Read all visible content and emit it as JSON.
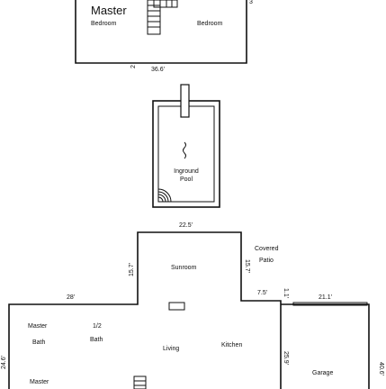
{
  "upper_floor": {
    "master_title": "Master",
    "master_sub": "Bedroom",
    "bedroom": "Bedroom",
    "width_dim": "36.6'",
    "left_dim_fragment": "2",
    "right_dim_fragment": "3"
  },
  "pool": {
    "label_line1": "Inground",
    "label_line2": "Pool"
  },
  "main_floor": {
    "sunroom": "Sunroom",
    "sunroom_width": "22.5'",
    "sunroom_left_depth": "15.7'",
    "sunroom_right_depth": "15.7'",
    "covered_line1": "Covered",
    "covered_line2": "Patio",
    "left_width": "28'",
    "patio_step": "7.5'",
    "patio_step_vertical": "1.1'",
    "garage_width": "21.1'",
    "master_bath_line1": "Master",
    "master_bath_line2": "Bath",
    "half_bath_line1": "1/2",
    "half_bath_line2": "Bath",
    "living": "Living",
    "kitchen": "Kitchen",
    "garage": "Garage",
    "kitchen_depth": "25.9'",
    "left_depth": "24.6'",
    "right_depth": "40.6'",
    "master_lower": "Master"
  }
}
